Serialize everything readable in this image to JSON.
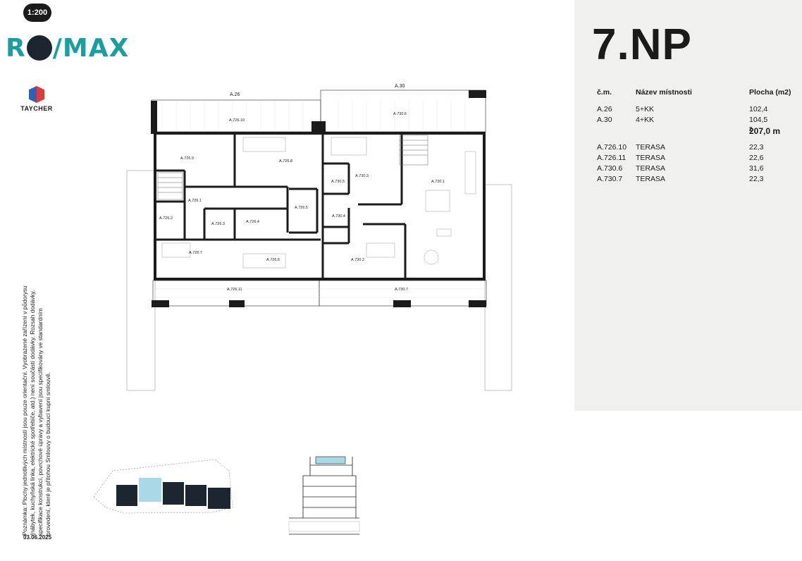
{
  "scale": "1:200",
  "brand": {
    "logo_text": "RE/MAX",
    "developer": "TAYCHER"
  },
  "floor": {
    "title": "7.NP"
  },
  "table": {
    "headers": {
      "number": "č.m.",
      "name": "Název místnosti",
      "area": "Plocha (m2)"
    },
    "units": [
      {
        "number": "A.26",
        "name": "5+KK",
        "area": "102,4"
      },
      {
        "number": "A.30",
        "name": "4+KK",
        "area": "104,5"
      }
    ],
    "total": {
      "value": "207,0 m",
      "sup": "2"
    },
    "terraces": [
      {
        "number": "A.726.10",
        "name": "TERASA",
        "area": "22,3"
      },
      {
        "number": "A.726.11",
        "name": "TERASA",
        "area": "22,6"
      },
      {
        "number": "A.730.6",
        "name": "TERASA",
        "area": "31,6"
      },
      {
        "number": "A.730.7",
        "name": "TERASA",
        "area": "22,3"
      }
    ]
  },
  "plan_labels": {
    "unit_a26": "A.26",
    "unit_a30": "A.30",
    "r726_10": "A.726.10",
    "r730_6": "A.730.6",
    "r726_9": "A.726.9",
    "r726_8": "A.726.8",
    "r730_3": "A.730.3",
    "r730_1": "A.730.1",
    "r730_5": "A.730.5",
    "r726_1": "A.726.1",
    "r726_5": "A.726.5",
    "r730_4": "A.730.4",
    "r726_2": "A.726.2",
    "r726_3": "A.726.3",
    "r726_4": "A.726.4",
    "r726_7": "A.726.7",
    "r726_6": "A.726.6",
    "r730_2": "A.730.2",
    "r726_11": "A.726.11",
    "r730_7": "A.730.7"
  },
  "note": "Poznámka: Plochy jednotlivých místností jsou pouze orientační. Vyobrazené zařízení v půdorysu (nábytek, kuchyňská linka, elektrické spotřebiče, atd.) není součástí dodávky. Rozsah dodávky, specifikace konstrukcí, povrchové úpravy a vybavení jsou specifikovány ve standardním provedení, které je přílohou Smlouvy o budoucí kupní smlouvě.",
  "date": "03.06.2025",
  "colors": {
    "brand_teal": "#1a9fa1",
    "panel_bg": "#f0f0ee",
    "highlight": "#a9d9e6",
    "dark": "#1b2631"
  }
}
